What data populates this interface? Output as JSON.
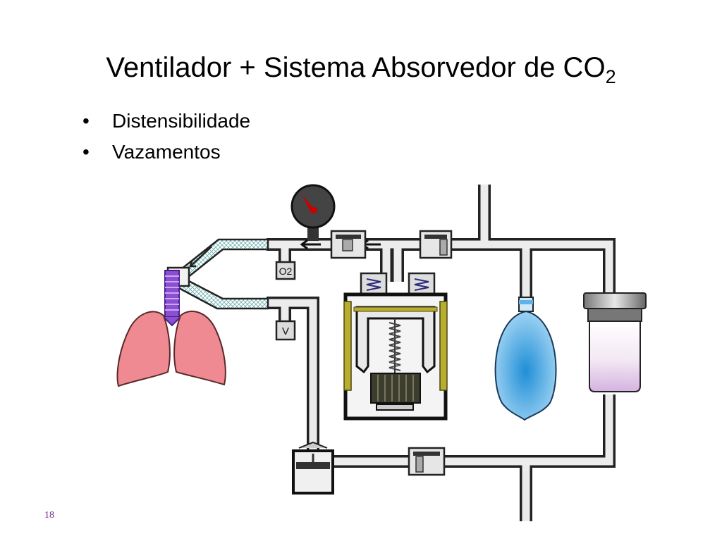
{
  "slide": {
    "title": "Ventilador + Sistema Absorvedor de CO",
    "title_subscript": "2",
    "bullets": [
      "Distensibilidade",
      "Vazamentos"
    ],
    "page_number": "18"
  },
  "diagram": {
    "o2_sensor_label": "O2",
    "volume_sensor_label": "V",
    "colors": {
      "pipe_outline": "#222222",
      "pipe_fill": "#e9e9e9",
      "lungs": "#f08a92",
      "airway": "#8a4fd2",
      "bellows_guide": "#b9ad2e",
      "reservoir_bag": "#5fb2ea",
      "absorber_liquid": "#d9bde3",
      "gauge_needle": "#cc0000"
    }
  }
}
